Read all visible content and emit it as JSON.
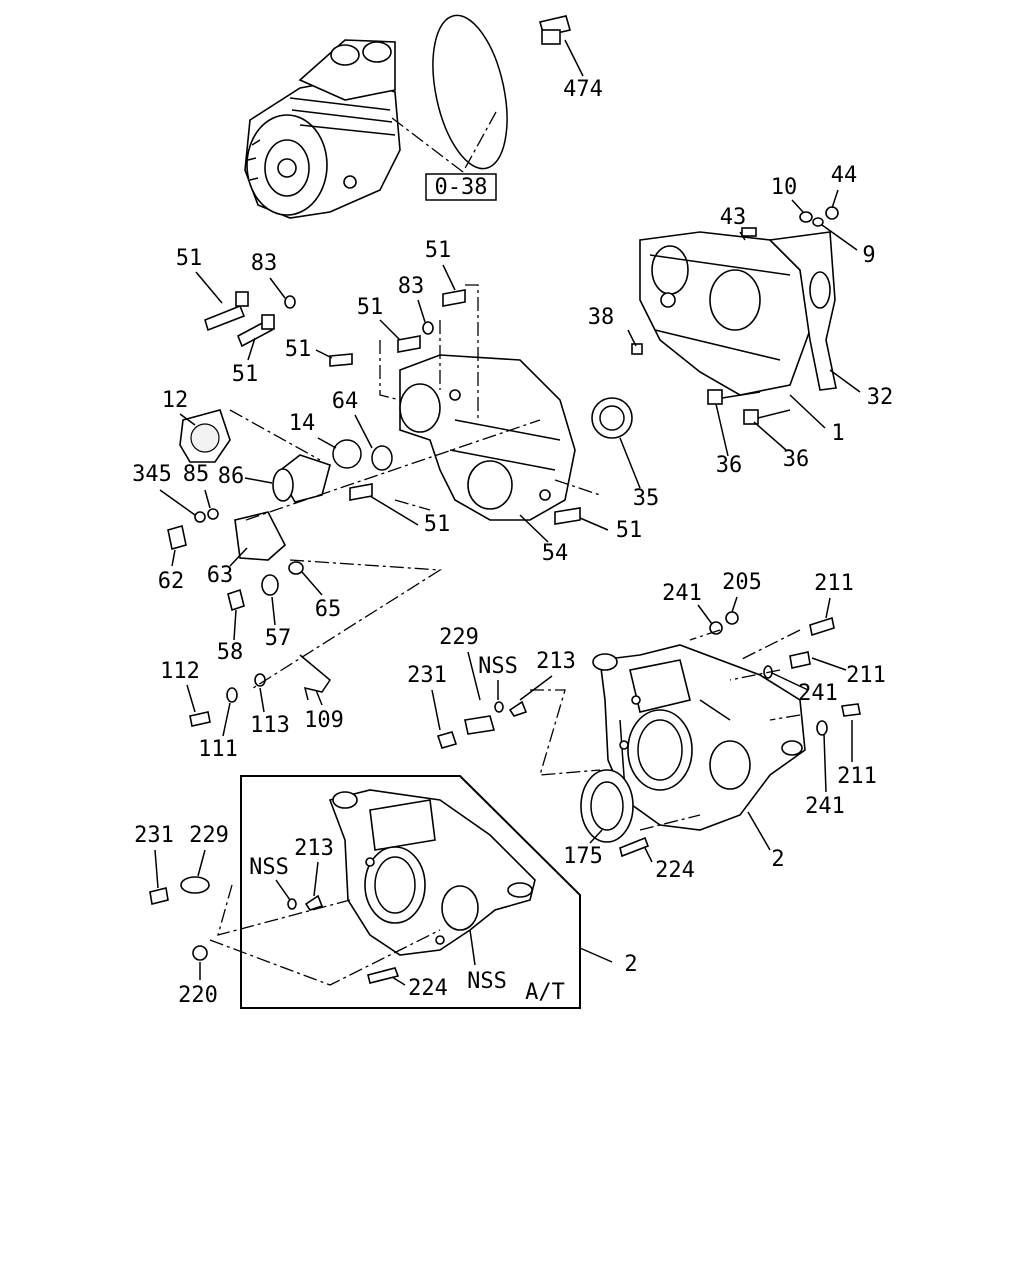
{
  "refbox": "0-38",
  "inset_tag": "A/T",
  "callouts": {
    "c474": "474",
    "c44": "44",
    "c10": "10",
    "c9": "9",
    "c43": "43",
    "c32": "32",
    "c38": "38",
    "c1": "1",
    "c36a": "36",
    "c36b": "36",
    "c35": "35",
    "c51a": "51",
    "c83a": "83",
    "c51b": "51",
    "c51c": "51",
    "c83b": "83",
    "c51d": "51",
    "c51e": "51",
    "c12": "12",
    "c14": "14",
    "c64": "64",
    "c345": "345",
    "c85": "85",
    "c86": "86",
    "c51f": "51",
    "c51g": "51",
    "c54": "54",
    "c62": "62",
    "c63": "63",
    "c65": "65",
    "c58": "58",
    "c57": "57",
    "c112": "112",
    "c113": "113",
    "c109": "109",
    "c111": "111",
    "c241a": "241",
    "c205": "205",
    "c211a": "211",
    "c211b": "211",
    "c241b": "241",
    "c229a": "229",
    "cnssa": "NSS",
    "c213a": "213",
    "c231a": "231",
    "c211c": "211",
    "c241c": "241",
    "c175": "175",
    "c224a": "224",
    "c2a": "2",
    "c231b": "231",
    "c229b": "229",
    "cnssb": "NSS",
    "c213b": "213",
    "c220": "220",
    "c224b": "224",
    "cnssc": "NSS",
    "c2b": "2"
  }
}
